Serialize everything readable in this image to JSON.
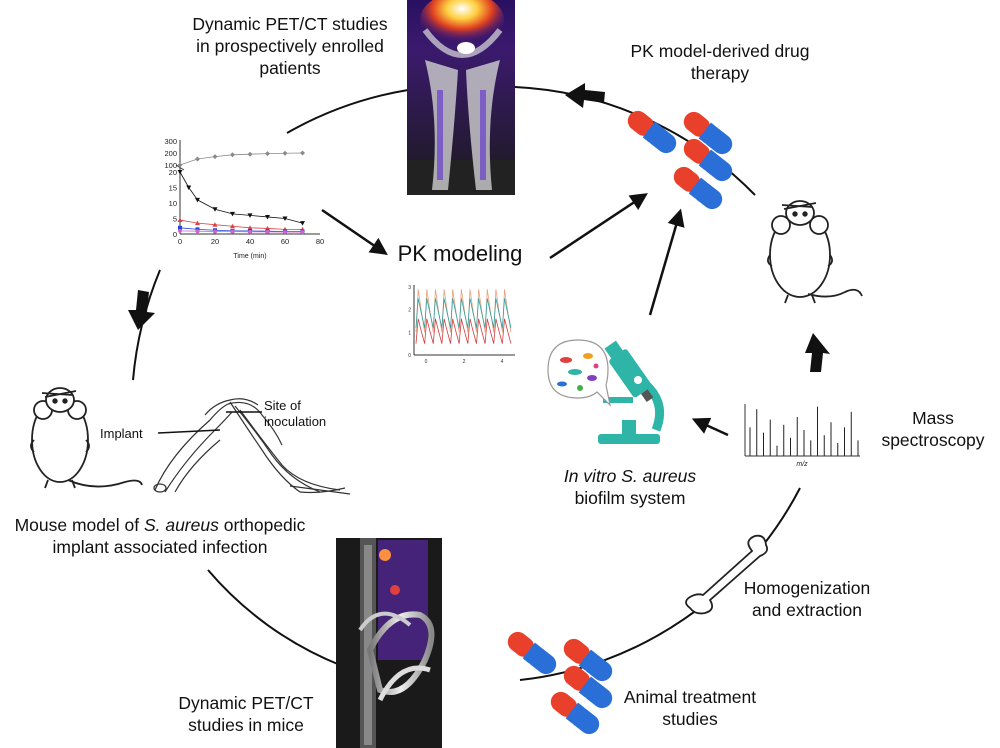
{
  "labels": {
    "pet_patients": [
      "Dynamic PET/CT studies",
      "in prospectively enrolled",
      "patients"
    ],
    "pk_drug": [
      "PK model-derived drug",
      "therapy"
    ],
    "pk_modeling": "PK modeling",
    "mass_spec": [
      "Mass",
      "spectroscopy"
    ],
    "invitro": {
      "italic": "In vitro S. aureus",
      "normal": "biofilm system"
    },
    "homogenization": [
      "Homogenization",
      "and extraction"
    ],
    "animal_treatment": [
      "Animal treatment",
      "studies"
    ],
    "pet_mice": [
      "Dynamic PET/CT",
      "studies in mice"
    ],
    "mouse_model": {
      "pre": "Mouse model of ",
      "italic": "S. aureus",
      "post": " orthopedic",
      "line2": "implant associated infection"
    },
    "implant": "Implant",
    "site": [
      "Site of",
      "inoculation"
    ]
  },
  "mini_chart": {
    "type": "line",
    "xlabel": "Time (min)",
    "x_ticks": [
      "0",
      "20",
      "40",
      "60",
      "80"
    ],
    "y_ticks_top": [
      "300",
      "200",
      "100"
    ],
    "y_ticks_bottom": [
      "20",
      "15",
      "10",
      "5",
      "0"
    ],
    "series": [
      {
        "color": "#8a8a8a",
        "marker": "diamond",
        "x": [
          0,
          10,
          20,
          30,
          40,
          50,
          60,
          70
        ],
        "y": [
          100,
          150,
          170,
          185,
          190,
          195,
          198,
          200
        ]
      },
      {
        "color": "#111111",
        "marker": "triangle-down",
        "x": [
          0,
          5,
          10,
          20,
          30,
          40,
          50,
          60,
          70
        ],
        "y": [
          20,
          15,
          11,
          8,
          6.5,
          6,
          5.5,
          5,
          3.5
        ]
      },
      {
        "color": "#e04040",
        "marker": "triangle",
        "x": [
          0,
          10,
          20,
          30,
          40,
          50,
          60,
          70
        ],
        "y": [
          4.5,
          3.5,
          3,
          2.5,
          2,
          1.8,
          1.5,
          1.5
        ]
      },
      {
        "color": "#2244dd",
        "marker": "square",
        "x": [
          0,
          10,
          20,
          30,
          40,
          50,
          60,
          70
        ],
        "y": [
          2,
          1.5,
          1.2,
          1,
          1,
          0.9,
          0.8,
          0.8
        ]
      },
      {
        "color": "#cc66cc",
        "marker": "circle",
        "x": [
          0,
          10,
          20,
          30,
          40,
          50,
          60,
          70
        ],
        "y": [
          1,
          0.9,
          0.8,
          0.8,
          0.7,
          0.7,
          0.6,
          0.6
        ]
      }
    ]
  },
  "pk_chart": {
    "type": "line",
    "x_ticks": [
      "0",
      "2",
      "4"
    ],
    "y_ticks": [
      "3",
      "2",
      "1",
      "0"
    ],
    "series": [
      {
        "color": "#e8a080",
        "peak": 2.9,
        "trough": 1.0
      },
      {
        "color": "#30a0a0",
        "peak": 2.5,
        "trough": 1.2
      },
      {
        "color": "#d04040",
        "peak": 1.6,
        "trough": 0.5
      }
    ]
  },
  "mass_spec": {
    "xlabel": "m/z",
    "peaks": [
      0.55,
      0.9,
      0.45,
      0.7,
      0.2,
      0.6,
      0.35,
      0.75,
      0.5,
      0.3,
      0.95,
      0.4,
      0.65,
      0.25,
      0.55,
      0.85,
      0.3
    ]
  },
  "colors": {
    "pill_red": "#e8402a",
    "pill_blue": "#2a6fd8",
    "teal": "#2fb4a8"
  }
}
